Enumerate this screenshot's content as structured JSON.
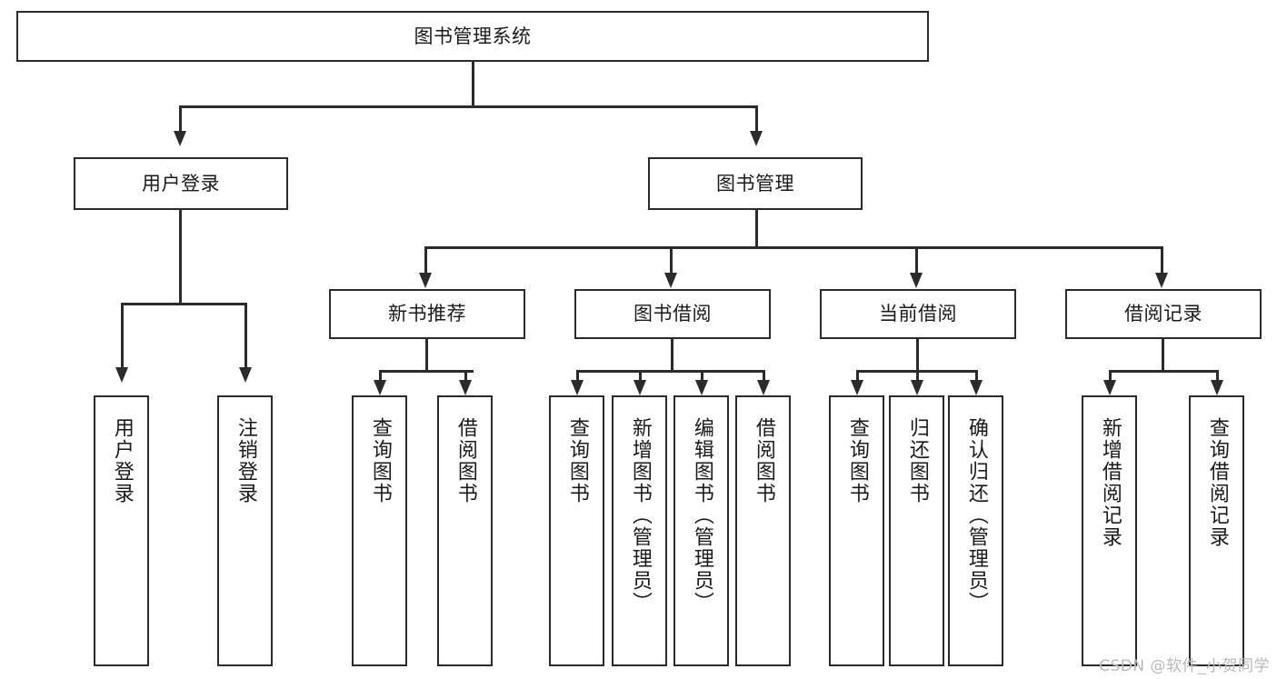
{
  "diagram": {
    "type": "tree-hierarchy",
    "title": "图书管理系统",
    "root": {
      "label": "图书管理系统"
    },
    "level2": [
      {
        "label": "用户登录"
      },
      {
        "label": "图书管理"
      }
    ],
    "level3": [
      {
        "label": "新书推荐"
      },
      {
        "label": "图书借阅"
      },
      {
        "label": "当前借阅"
      },
      {
        "label": "借阅记录"
      }
    ],
    "leaves": {
      "user_login": [
        {
          "label": "用户登录"
        },
        {
          "label": "注销登录"
        }
      ],
      "new_book_recommend": [
        {
          "label": "查询图书"
        },
        {
          "label": "借阅图书"
        }
      ],
      "book_borrow": [
        {
          "label": "查询图书"
        },
        {
          "label": "新增图书（管理员）"
        },
        {
          "label": "编辑图书（管理员）"
        },
        {
          "label": "借阅图书"
        }
      ],
      "current_borrow": [
        {
          "label": "查询图书"
        },
        {
          "label": "归还图书"
        },
        {
          "label": "确认归还（管理员）"
        }
      ],
      "borrow_record": [
        {
          "label": "新增借阅记录"
        },
        {
          "label": "查询借阅记录"
        }
      ]
    }
  },
  "watermark": {
    "text": "CSDN @软件_小贺同学"
  },
  "colors": {
    "stroke": "#2b2b2b",
    "text": "#1a1a1a",
    "background": "#ffffff",
    "watermark": "#b9b9b9"
  }
}
